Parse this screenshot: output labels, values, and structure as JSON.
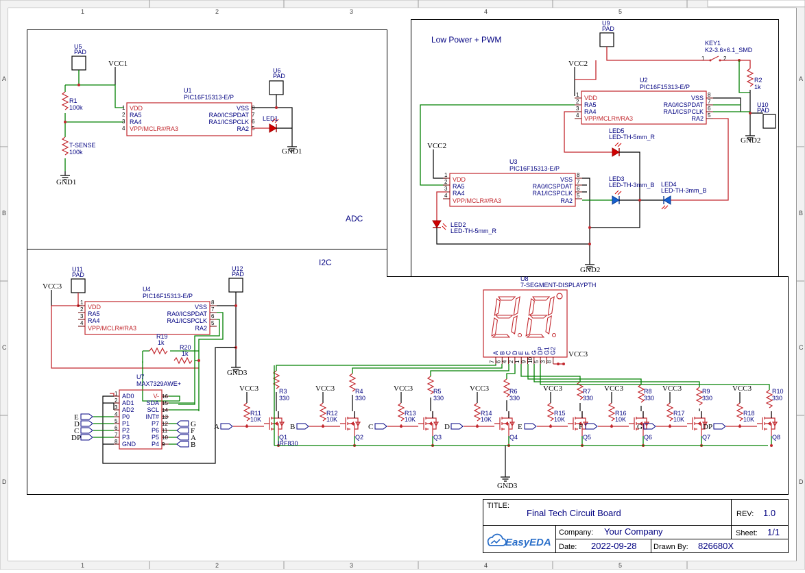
{
  "frame": {
    "cols": [
      "1",
      "2",
      "3",
      "4",
      "5"
    ],
    "rows": [
      "A",
      "B",
      "C",
      "D"
    ]
  },
  "blocks": {
    "adc": "ADC",
    "pwm": "Low Power + PWM",
    "i2c": "I2C"
  },
  "pads": {
    "u5": {
      "ref": "U5",
      "val": "PAD"
    },
    "u6": {
      "ref": "U6",
      "val": "PAD"
    },
    "u9": {
      "ref": "U9",
      "val": "PAD"
    },
    "u10": {
      "ref": "U10",
      "val": "PAD"
    },
    "u11": {
      "ref": "U11",
      "val": "PAD"
    },
    "u12": {
      "ref": "U12",
      "val": "PAD"
    }
  },
  "pic": {
    "part": "PIC16F15313-E/P",
    "u1": "U1",
    "u2": "U2",
    "u3": "U3",
    "u4": "U4",
    "vdd": "VDD",
    "ra5": "RA5",
    "ra4": "RA4",
    "vpp": "VPP/MCLR#/RA3",
    "vss": "VSS",
    "ra0": "RA0/ICSPDAT",
    "ra1": "RA1/ICSPCLK",
    "ra2": "RA2",
    "n1": "1",
    "n2": "2",
    "n3": "3",
    "n4": "4",
    "n5": "5",
    "n6": "6",
    "n7": "7",
    "n8": "8"
  },
  "nets": {
    "vcc1": "VCC1",
    "vcc2": "VCC2",
    "vcc3": "VCC3",
    "gnd1": "GND1",
    "gnd2": "GND2",
    "gnd3": "GND3"
  },
  "adc": {
    "r1_ref": "R1",
    "r1_val": "100k",
    "ts_ref": "T-SENSE",
    "ts_val": "100k",
    "led1": "LED1"
  },
  "pwm": {
    "key_ref": "KEY1",
    "key_val": "K2-3.6×6.1_SMD",
    "key_p1": "1",
    "key_p2": "2",
    "r2_ref": "R2",
    "r2_val": "1k",
    "led5_ref": "LED5",
    "led5_val": "LED-TH-5mm_R",
    "led3_ref": "LED3",
    "led3_val": "LED-TH-3mm_B",
    "led4_ref": "LED4",
    "led4_val": "LED-TH-3mm_B",
    "led2_ref": "LED2",
    "led2_val": "LED-TH-5mm_R"
  },
  "i2c": {
    "r19_ref": "R19",
    "r19_val": "1k",
    "r20_ref": "R20",
    "r20_val": "1k",
    "u7_ref": "U7",
    "u7_val": "MAX7329AWE+",
    "left_pins": [
      "AD0",
      "AD1",
      "AD2",
      "P0",
      "P1",
      "P2",
      "P3",
      "GND"
    ],
    "left_nums": [
      "1",
      "2",
      "3",
      "4",
      "5",
      "6",
      "7",
      "8"
    ],
    "right_pins": [
      "V-",
      "SDA",
      "SCL",
      "INT#",
      "P7",
      "P6",
      "P5",
      "P4"
    ],
    "right_nums": [
      "16",
      "15",
      "14",
      "13",
      "12",
      "11",
      "10",
      "9"
    ],
    "in_labels": [
      "E",
      "D",
      "C",
      "DP"
    ],
    "out_labels": [
      "G",
      "F",
      "A",
      "B"
    ]
  },
  "seg": {
    "ref": "U8",
    "val": "7-SEGMENT-DISPLAYPTH",
    "pins": [
      "A",
      "B",
      "C",
      "D",
      "E",
      "F",
      "G",
      "DP",
      "G1",
      "G2"
    ],
    "nums": [
      "7",
      "6",
      "4",
      "2",
      "1",
      "9",
      "10",
      "5",
      "3",
      "8"
    ]
  },
  "drivers": [
    {
      "gate_res": "R11",
      "gate_val": "10K",
      "drain_res": "R3",
      "drain_val": "330",
      "q": "Q1",
      "label": "A"
    },
    {
      "gate_res": "R12",
      "gate_val": "10K",
      "drain_res": "R4",
      "drain_val": "330",
      "q": "Q2",
      "label": "B"
    },
    {
      "gate_res": "R13",
      "gate_val": "10K",
      "drain_res": "R5",
      "drain_val": "330",
      "q": "Q3",
      "label": "C"
    },
    {
      "gate_res": "R14",
      "gate_val": "10K",
      "drain_res": "R6",
      "drain_val": "330",
      "q": "Q4",
      "label": "D"
    },
    {
      "gate_res": "R15",
      "gate_val": "10K",
      "drain_res": "R7",
      "drain_val": "330",
      "q": "Q5",
      "label": "E"
    },
    {
      "gate_res": "R16",
      "gate_val": "10K",
      "drain_res": "R8",
      "drain_val": "330",
      "q": "Q6",
      "label": "F"
    },
    {
      "gate_res": "R17",
      "gate_val": "10K",
      "drain_res": "R9",
      "drain_val": "330",
      "q": "Q7",
      "label": "G"
    },
    {
      "gate_res": "R18",
      "gate_val": "10K",
      "drain_res": "R10",
      "drain_val": "330",
      "q": "Q8",
      "label": "DP"
    }
  ],
  "q1_part": "IRF830",
  "title_block": {
    "title_label": "TITLE:",
    "title": "Final Tech Circuit Board",
    "rev_label": "REV:",
    "rev": "1.0",
    "company_label": "Company:",
    "company": "Your Company",
    "sheet_label": "Sheet:",
    "sheet": "1/1",
    "date_label": "Date:",
    "date": "2022-09-28",
    "drawn_label": "Drawn By:",
    "drawn": "826680X",
    "brand": "EasyEDA"
  },
  "colors": {
    "component": "#c2272d",
    "wire": "#008000",
    "text": "#000080"
  }
}
